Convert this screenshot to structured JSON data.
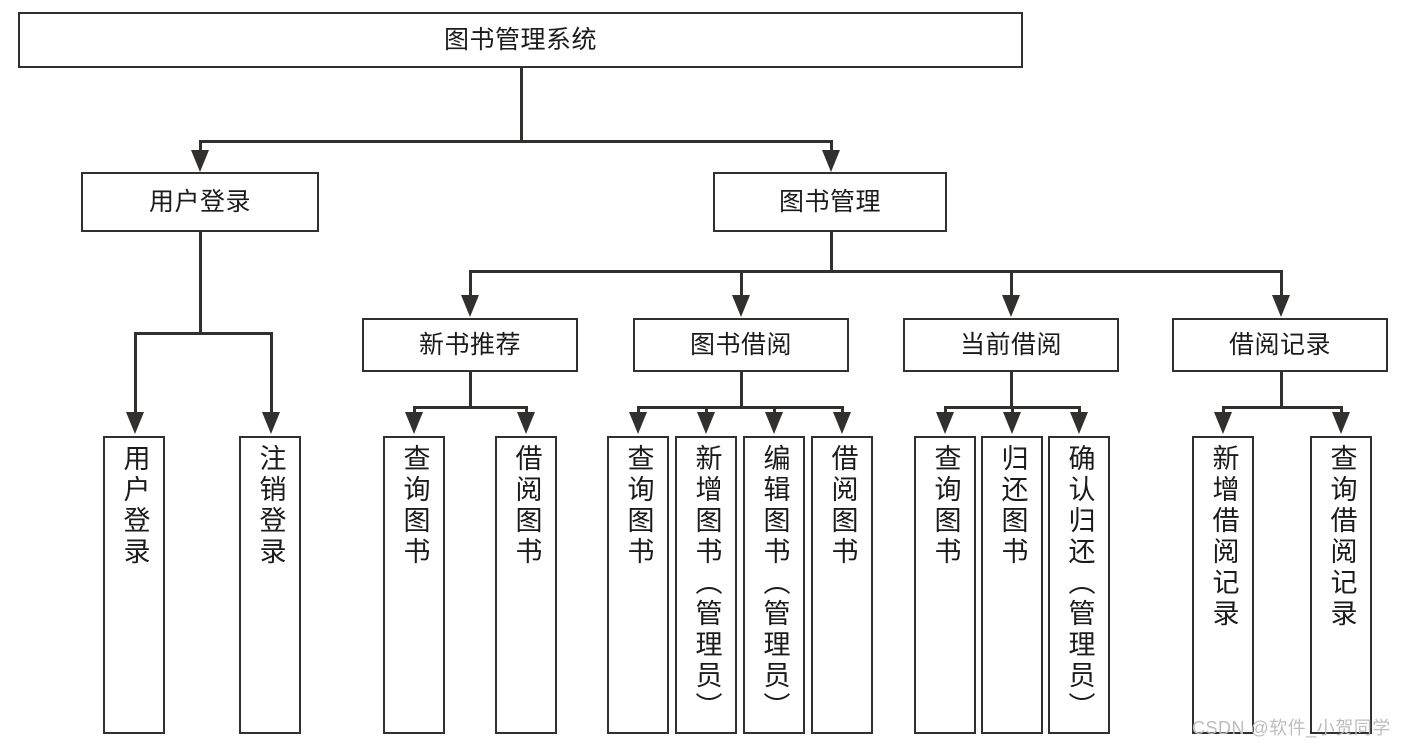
{
  "diagram": {
    "title": "图书管理系统",
    "type": "tree-hierarchy-diagram",
    "root": {
      "label": "图书管理系统"
    },
    "level2": [
      {
        "label": "用户登录"
      },
      {
        "label": "图书管理"
      }
    ],
    "level3": [
      {
        "label": "新书推荐"
      },
      {
        "label": "图书借阅"
      },
      {
        "label": "当前借阅"
      },
      {
        "label": "借阅记录"
      }
    ],
    "leaves": {
      "user_login": [
        {
          "label": "用户登录"
        },
        {
          "label": "注销登录"
        }
      ],
      "new_book_recommend": [
        {
          "label": "查询图书"
        },
        {
          "label": "借阅图书"
        }
      ],
      "book_borrow": [
        {
          "label": "查询图书"
        },
        {
          "label": "新增图书（管理员）"
        },
        {
          "label": "编辑图书（管理员）"
        },
        {
          "label": "借阅图书"
        }
      ],
      "current_borrow": [
        {
          "label": "查询图书"
        },
        {
          "label": "归还图书"
        },
        {
          "label": "确认归还（管理员）"
        }
      ],
      "borrow_record": [
        {
          "label": "新增借阅记录"
        },
        {
          "label": "查询借阅记录"
        }
      ]
    }
  },
  "watermark": {
    "text": "CSDN @软件_小贺同学"
  },
  "colors": {
    "stroke": "#32302f",
    "text": "#1b1b1b",
    "background": "#ffffff",
    "watermark": "#bdbdbd"
  }
}
